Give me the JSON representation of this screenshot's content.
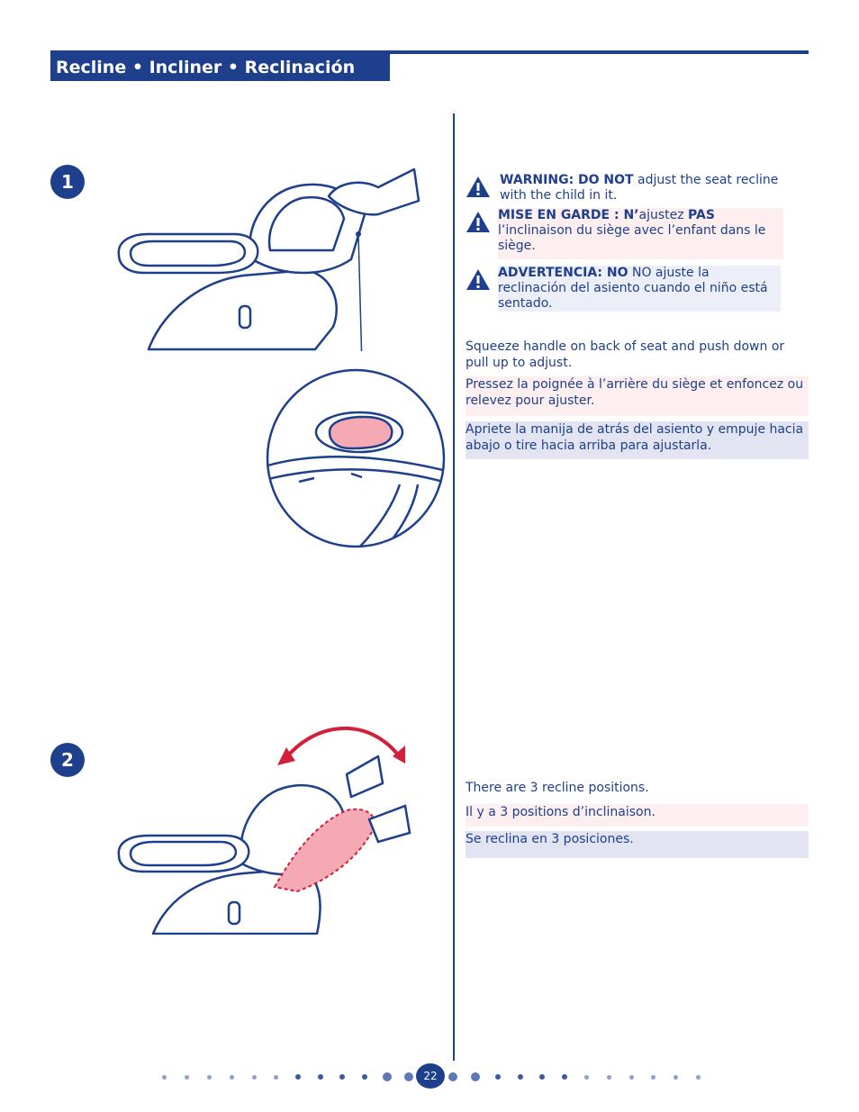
{
  "header": {
    "title": "Recline  • Incliner  • Reclinación"
  },
  "steps": {
    "step1": "1",
    "step2": "2"
  },
  "warnings": {
    "en": {
      "bold": "WARNING: DO NOT",
      "rest": " adjust the seat recline with the child in it."
    },
    "fr": {
      "bold1": "MISE EN GARDE : N’",
      "mid": "ajustez ",
      "bold2": "PAS",
      "rest": " l’inclinaison du siège avec l’enfant dans le siège."
    },
    "es": {
      "bold": "ADVERTENCIA: NO",
      "rest": " NO ajuste la reclinación del asiento cuando el niño está sentado."
    }
  },
  "instructions1": {
    "en": "Squeeze handle on back of seat and push down or pull up to adjust.",
    "fr": "Pressez la poignée à l’arrière du siège et enfoncez ou relevez pour ajuster.",
    "es": "Apriete la manija de atrás del asiento y empuje hacia abajo o tire hacia arriba para ajustarla."
  },
  "instructions2": {
    "en": "There are 3 recline positions.",
    "fr": "Il y a 3 positions d’inclinaison.",
    "es": "Se reclina en 3 posiciones."
  },
  "footer": {
    "page_number": "22"
  },
  "colors": {
    "brand_blue": "#1d3f8c",
    "highlight_pink": "#f4a9b3",
    "arrow_red": "#d2203b",
    "pink_band": "#fdeef0",
    "lavender_band": "#e2e4f2"
  }
}
